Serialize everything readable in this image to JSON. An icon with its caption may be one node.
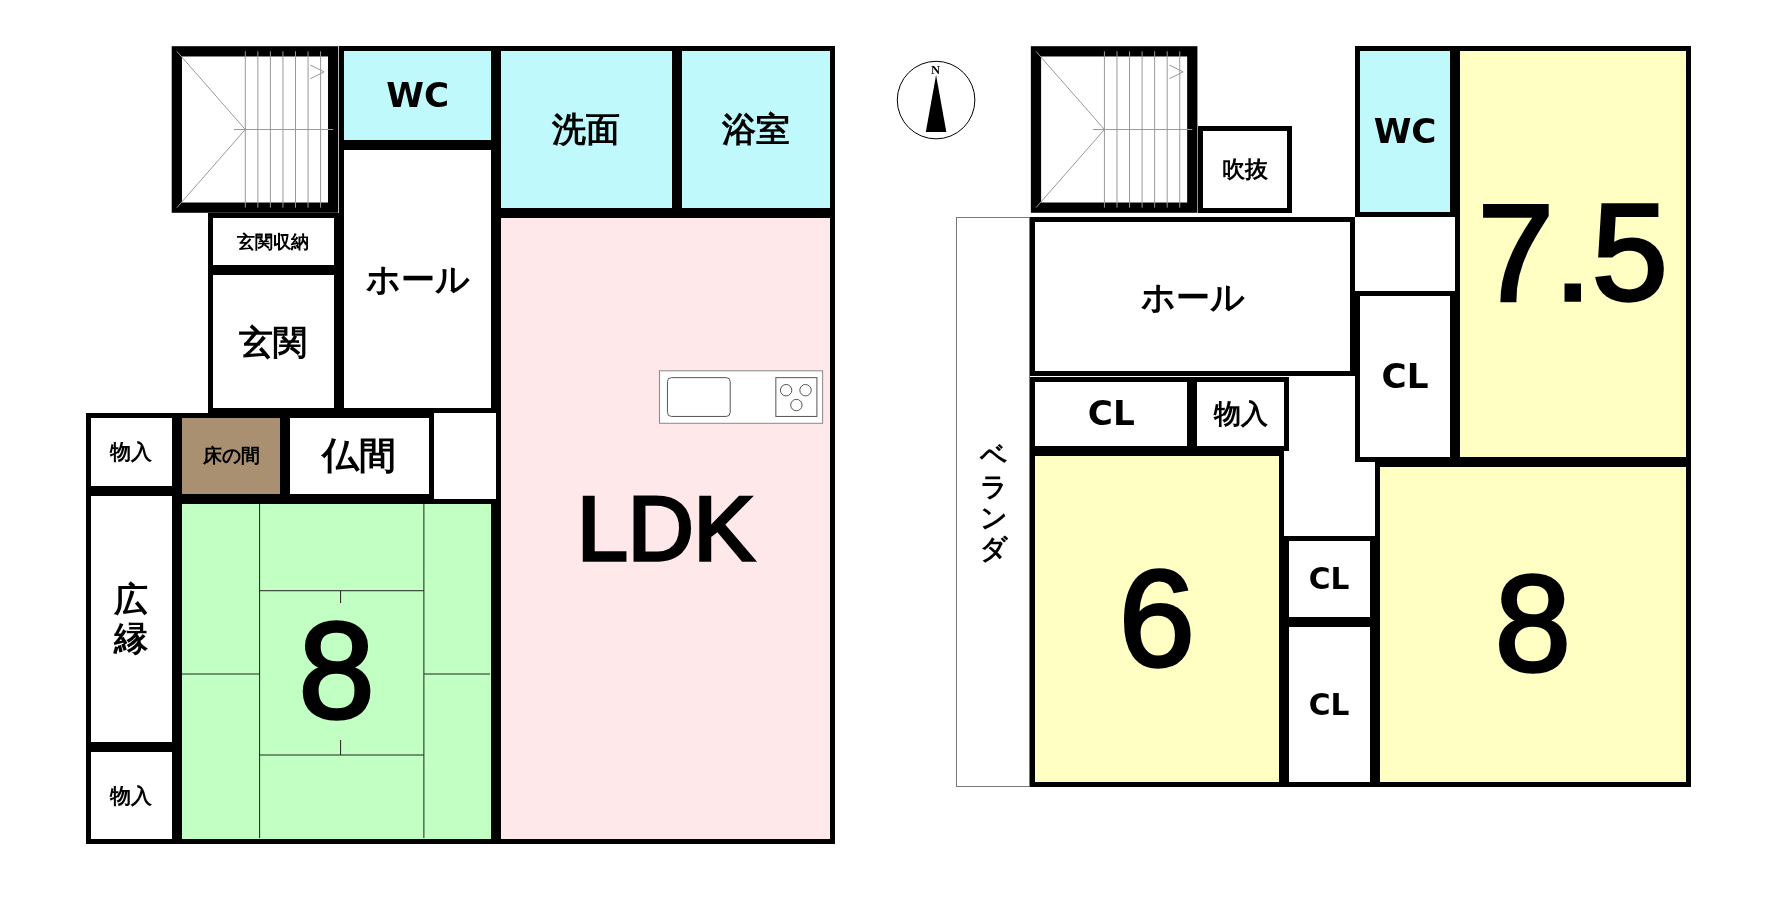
{
  "diagram": {
    "nodes": [
      {
        "text": [
          "WC"
        ]
      },
      {
        "text": [
          "洗面"
        ]
      },
      {
        "text": [
          "浴室"
        ]
      },
      {
        "text": [
          "玄関収納"
        ]
      },
      {
        "text": [
          "ホール"
        ]
      },
      {
        "text": [
          "玄関"
        ]
      },
      {
        "text": [
          "物入"
        ]
      },
      {
        "text": [
          "床の間"
        ]
      },
      {
        "text": [
          "仏間"
        ]
      },
      {
        "text": [
          "広縁"
        ]
      },
      {
        "text": [
          "8"
        ]
      },
      {
        "text": [
          "LDK"
        ]
      },
      {
        "text": [
          "物入"
        ]
      },
      {
        "text": [
          "吹抜"
        ]
      },
      {
        "text": [
          "WC"
        ]
      },
      {
        "text": [
          "ホール"
        ]
      },
      {
        "text": [
          "7.5"
        ]
      },
      {
        "text": [
          "CL"
        ]
      },
      {
        "text": [
          "CL"
        ]
      },
      {
        "text": [
          "物入"
        ]
      },
      {
        "text": [
          "ベランダ"
        ]
      },
      {
        "text": [
          "6"
        ]
      },
      {
        "text": [
          "CL"
        ]
      },
      {
        "text": [
          "8"
        ]
      },
      {
        "text": [
          "CL"
        ]
      }
    ],
    "labels": [
      "N"
    ]
  }
}
